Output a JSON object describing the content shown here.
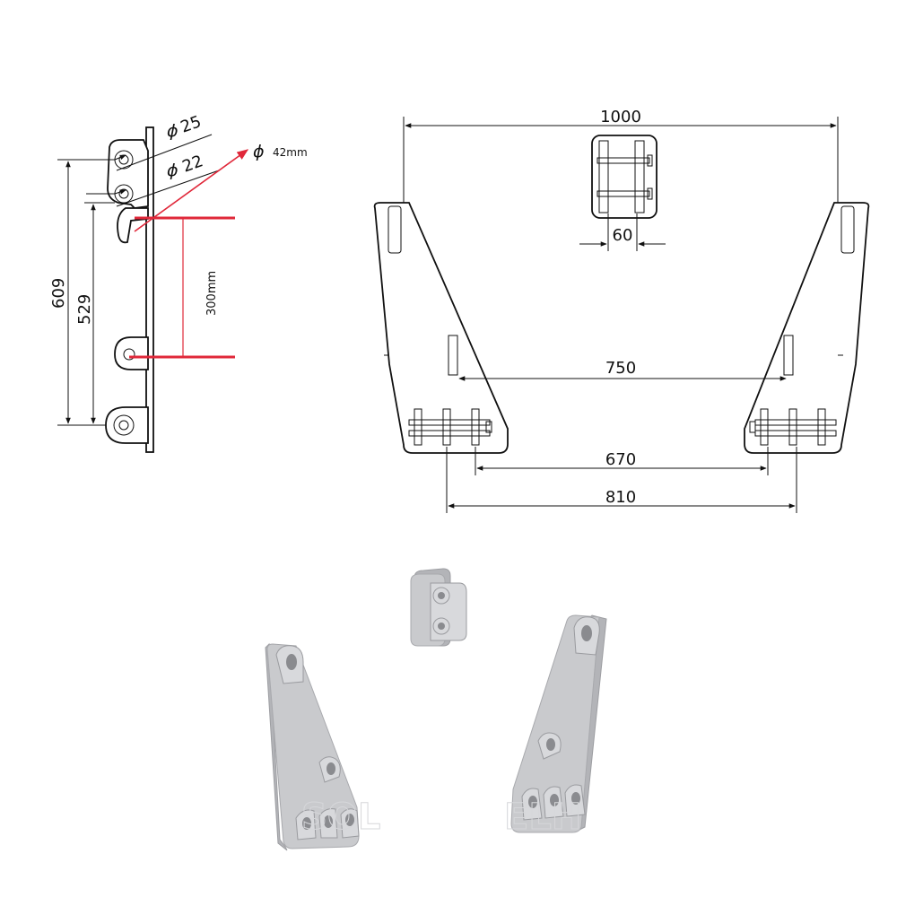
{
  "side_view": {
    "dim_dia_25": "25",
    "dim_dia_22": "22",
    "dim_dia_42": "42mm",
    "dim_609": "609",
    "dim_529": "529",
    "dim_300": "300mm",
    "diameter_symbol": "ϕ"
  },
  "front_view": {
    "dim_1000": "1000",
    "dim_60": "60",
    "dim_750": "750",
    "dim_670": "670",
    "dim_810": "810"
  },
  "watermark": {
    "text_left": "SOL",
    "text_right": "ELH"
  },
  "colors": {
    "line": "#111111",
    "red_annotation": "#e0283a",
    "part_gray": "#c9cacd"
  }
}
